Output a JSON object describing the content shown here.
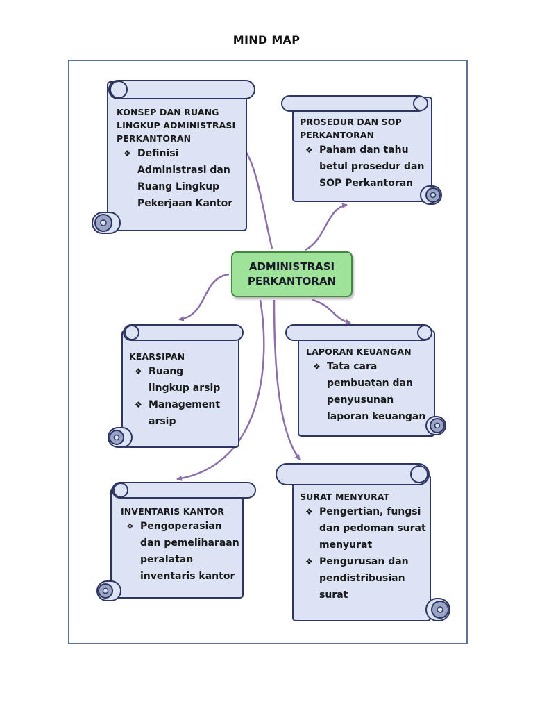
{
  "page": {
    "title": "MIND MAP"
  },
  "center": {
    "line1": "ADMINISTRASI",
    "line2": "PERKANTORAN"
  },
  "colors": {
    "scroll_fill": "#dce3f5",
    "scroll_stroke": "#2d3560",
    "center_fill": "#9fe39a",
    "center_border": "#3f8a3c",
    "arrow": "#8c6fa8",
    "frame": "#5a6f9e"
  },
  "nodes": [
    {
      "id": "konsep",
      "title_lines": [
        "KONSEP DAN RUANG",
        "LINGKUP ADMINISTRASI",
        "PERKANTORAN"
      ],
      "bullets": [
        {
          "glyph": "❖",
          "lines": [
            "Definisi",
            "Administrasi dan",
            "Ruang Lingkup",
            "Pekerjaan Kantor"
          ]
        }
      ]
    },
    {
      "id": "prosedur",
      "title_lines": [
        "PROSEDUR DAN SOP",
        "PERKANTORAN"
      ],
      "bullets": [
        {
          "glyph": "❖",
          "lines": [
            "Paham dan tahu",
            "betul prosedur dan",
            "SOP Perkantoran"
          ]
        }
      ]
    },
    {
      "id": "kearsipan",
      "title_lines": [
        "KEARSIPAN"
      ],
      "bullets": [
        {
          "glyph": "❖",
          "lines": [
            "Ruang",
            "lingkup arsip"
          ]
        },
        {
          "glyph": "❖",
          "lines": [
            "Management",
            "arsip"
          ]
        }
      ]
    },
    {
      "id": "laporan",
      "title_lines": [
        "LAPORAN KEUANGAN"
      ],
      "bullets": [
        {
          "glyph": "❖",
          "lines": [
            "Tata cara",
            "pembuatan dan",
            "penyusunan",
            "laporan keuangan"
          ]
        }
      ]
    },
    {
      "id": "inventaris",
      "title_lines": [
        "INVENTARIS KANTOR"
      ],
      "bullets": [
        {
          "glyph": "❖",
          "lines": [
            "Pengoperasian",
            "dan pemeliharaan",
            "peralatan",
            "inventaris kantor"
          ]
        }
      ]
    },
    {
      "id": "surat",
      "title_lines": [
        "SURAT MENYURAT"
      ],
      "bullets": [
        {
          "glyph": "❖",
          "lines": [
            "Pengertian, fungsi",
            "dan pedoman surat",
            "menyurat"
          ]
        },
        {
          "glyph": "❖",
          "lines": [
            "Pengurusan dan",
            "pendistribusian",
            "surat"
          ]
        }
      ]
    }
  ]
}
